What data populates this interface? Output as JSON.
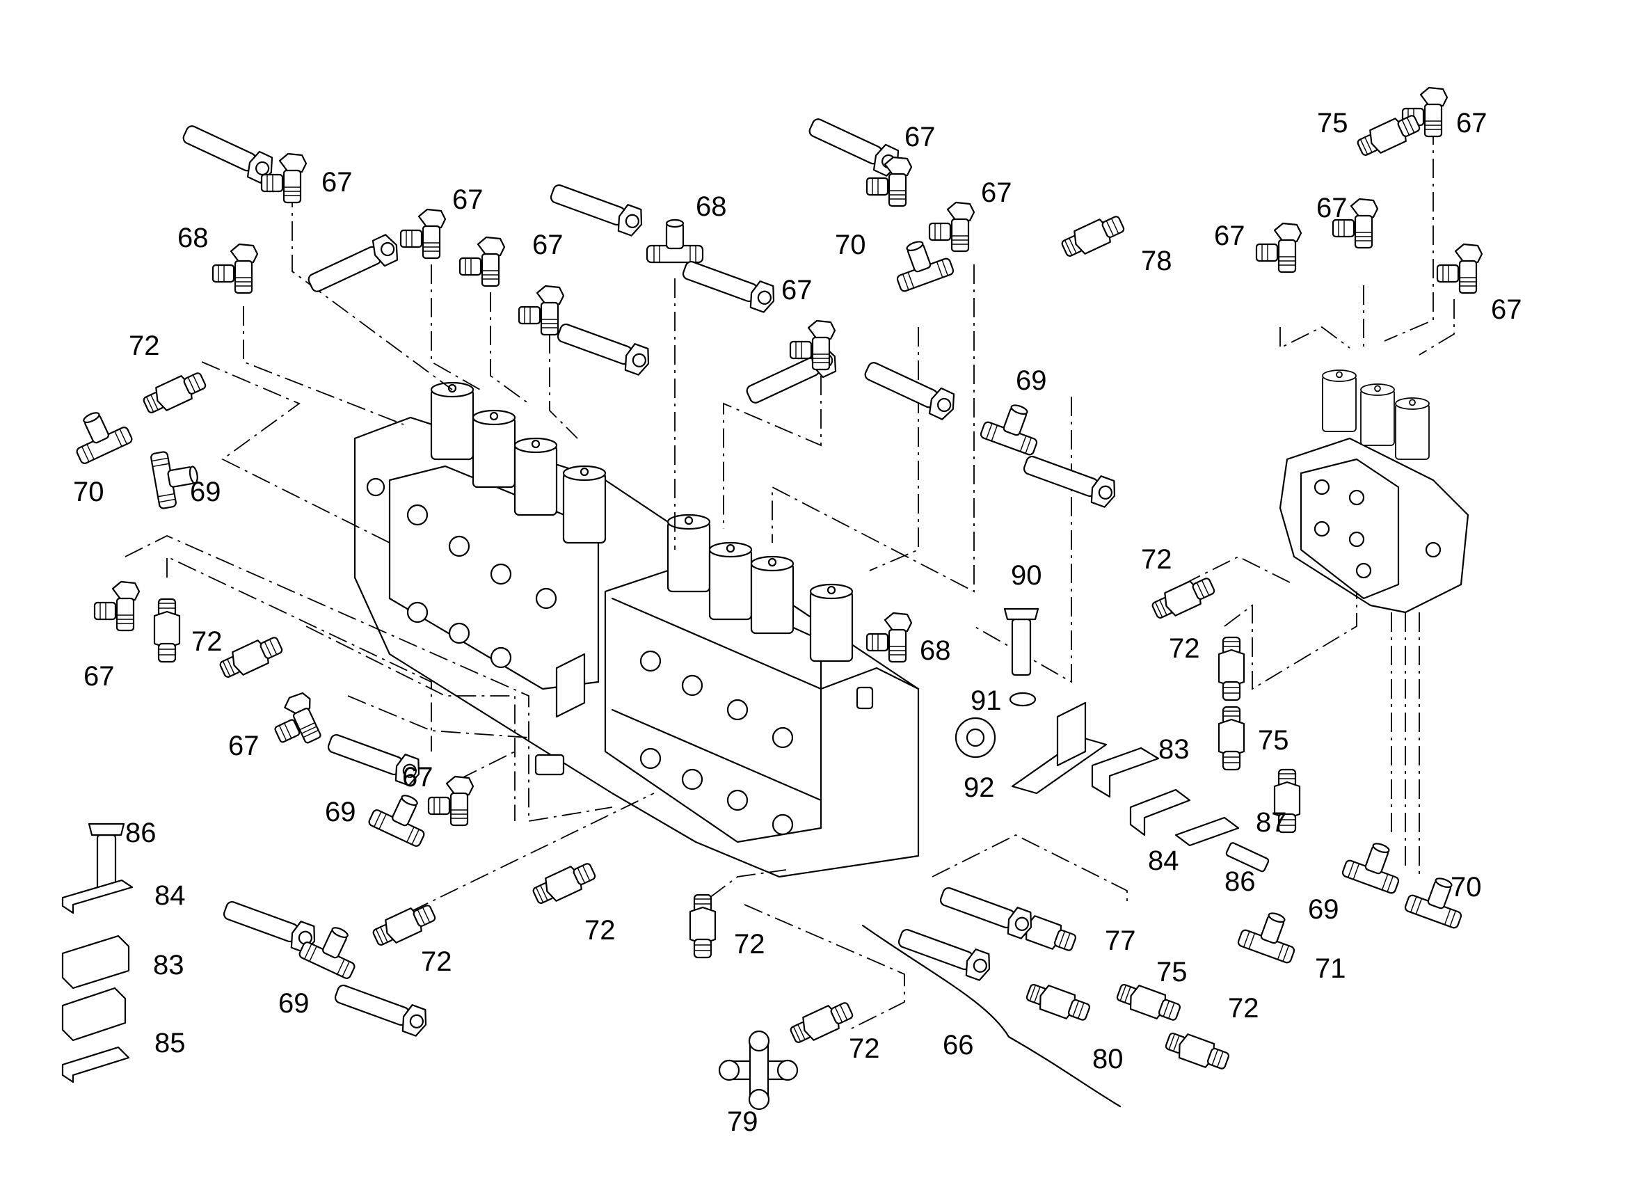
{
  "diagram": {
    "title": "",
    "callouts": [
      "67",
      "67",
      "67",
      "67",
      "67",
      "67",
      "67",
      "67",
      "67",
      "67",
      "67",
      "67",
      "67",
      "68",
      "68",
      "68",
      "69",
      "69",
      "69",
      "69",
      "69",
      "70",
      "70",
      "70",
      "71",
      "72",
      "72",
      "72",
      "72",
      "72",
      "72",
      "72",
      "72",
      "72",
      "75",
      "75",
      "75",
      "77",
      "78",
      "79",
      "80",
      "83",
      "83",
      "84",
      "84",
      "85",
      "86",
      "86",
      "87",
      "90",
      "91",
      "92",
      "66"
    ]
  }
}
